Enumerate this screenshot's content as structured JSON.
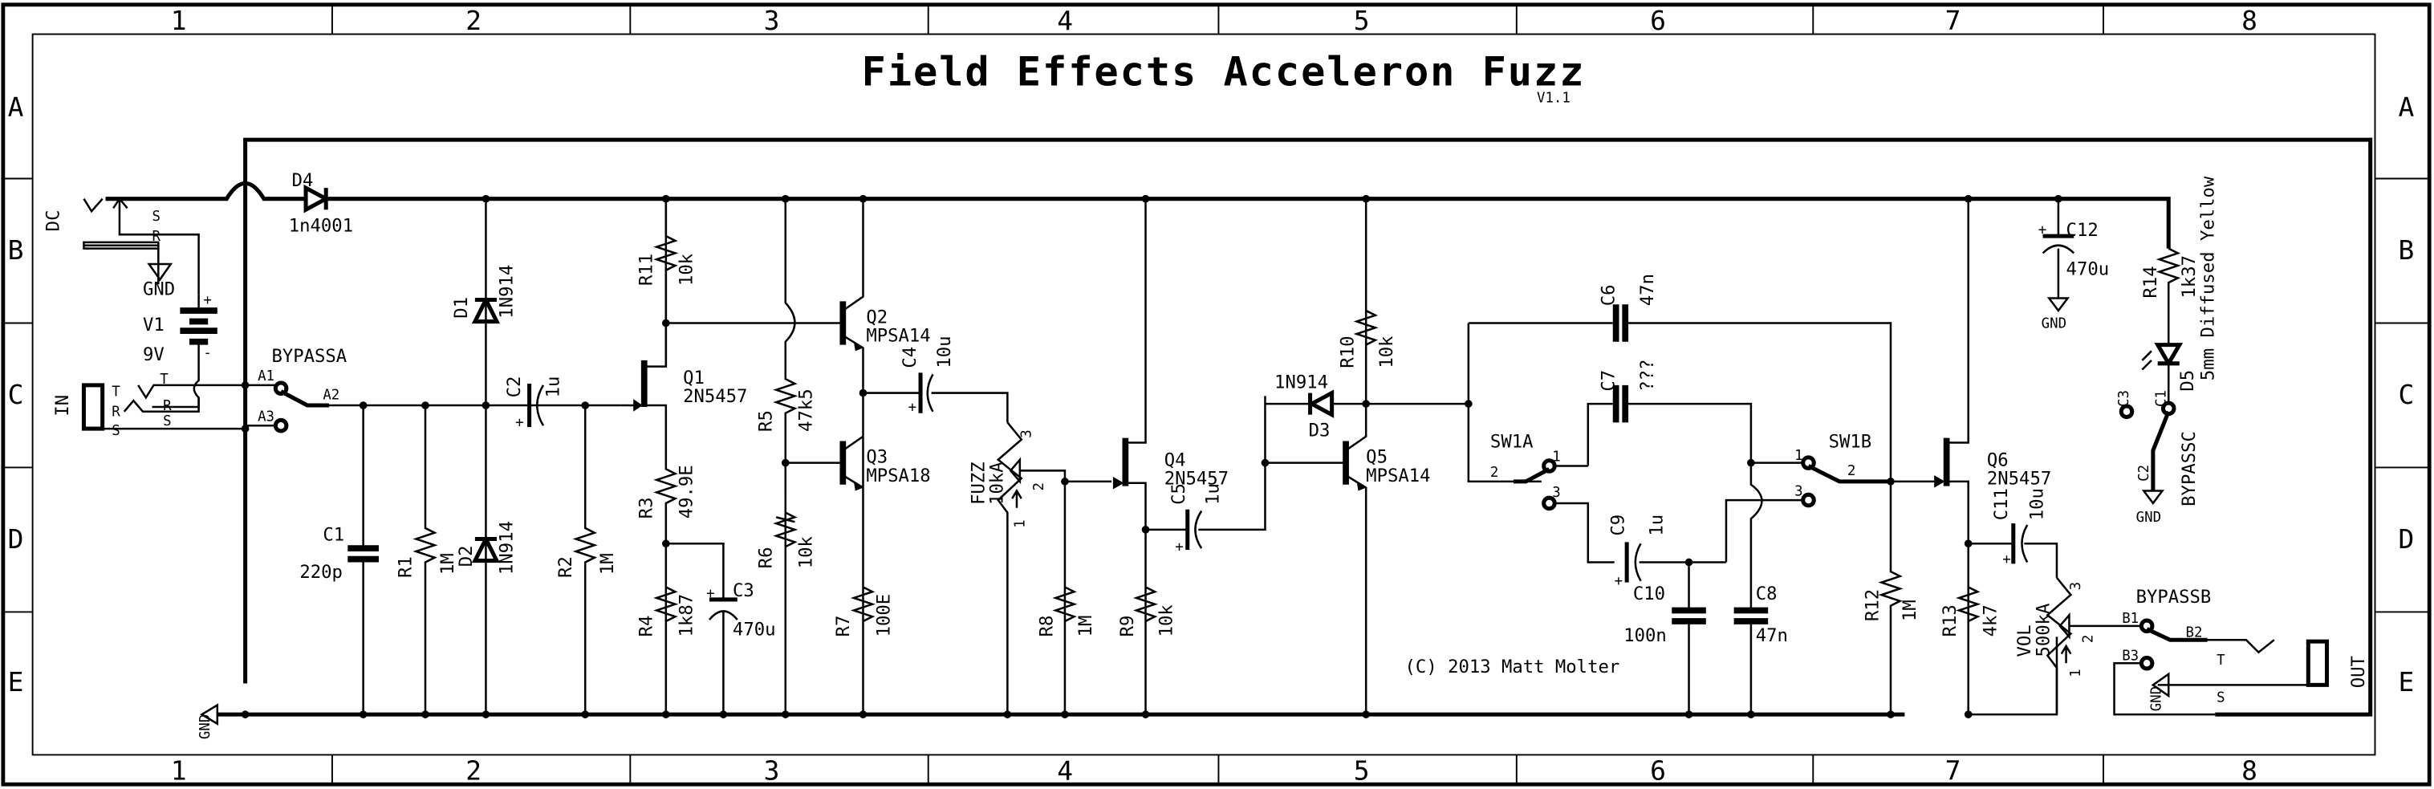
{
  "title": "Field Effects Acceleron Fuzz",
  "version": "V1.1",
  "copyright": "(C) 2013 Matt Molter",
  "grid": {
    "columns": [
      "1",
      "2",
      "3",
      "4",
      "5",
      "6",
      "7",
      "8"
    ],
    "rows": [
      "A",
      "B",
      "C",
      "D",
      "E"
    ]
  },
  "connectors": {
    "dc": {
      "name": "DC",
      "pins": {
        "s": "S",
        "r": "R"
      }
    },
    "in": {
      "name": "IN",
      "pins": {
        "t": "T",
        "r": "R",
        "s": "S"
      }
    },
    "out": {
      "name": "OUT",
      "pins": {
        "t": "T",
        "s": "S"
      }
    }
  },
  "gnd": "GND",
  "power": {
    "name": "V1",
    "value": "9V",
    "plus": "+",
    "minus": "-"
  },
  "components": {
    "D4": {
      "ref": "D4",
      "value": "1n4001"
    },
    "D1": {
      "ref": "D1",
      "value": "1N914"
    },
    "D2": {
      "ref": "D2",
      "value": "1N914"
    },
    "D3": {
      "ref": "D3",
      "value": "1N914"
    },
    "D5": {
      "ref": "D5",
      "value": "5mm Diffused Yellow"
    },
    "C1": {
      "ref": "C1",
      "value": "220p"
    },
    "C2": {
      "ref": "C2",
      "value": "1u"
    },
    "C3": {
      "ref": "C3",
      "value": "470u"
    },
    "C4": {
      "ref": "C4",
      "value": "10u"
    },
    "C5": {
      "ref": "C5",
      "value": "1u"
    },
    "C6": {
      "ref": "C6",
      "value": "47n"
    },
    "C7": {
      "ref": "C7",
      "value": "???"
    },
    "C8": {
      "ref": "C8",
      "value": "47n"
    },
    "C9": {
      "ref": "C9",
      "value": "1u"
    },
    "C10": {
      "ref": "C10",
      "value": "100n"
    },
    "C11": {
      "ref": "C11",
      "value": "10u"
    },
    "C12": {
      "ref": "C12",
      "value": "470u"
    },
    "R1": {
      "ref": "R1",
      "value": "1M"
    },
    "R2": {
      "ref": "R2",
      "value": "1M"
    },
    "R3": {
      "ref": "R3",
      "value": "49.9E"
    },
    "R4": {
      "ref": "R4",
      "value": "1k87"
    },
    "R5": {
      "ref": "R5",
      "value": "47k5"
    },
    "R6": {
      "ref": "R6",
      "value": "10k"
    },
    "R7": {
      "ref": "R7",
      "value": "100E"
    },
    "R8": {
      "ref": "R8",
      "value": "1M"
    },
    "R9": {
      "ref": "R9",
      "value": "10k"
    },
    "R10": {
      "ref": "R10",
      "value": "10k"
    },
    "R11": {
      "ref": "R11",
      "value": "10k"
    },
    "R12": {
      "ref": "R12",
      "value": "1M"
    },
    "R13": {
      "ref": "R13",
      "value": "4k7"
    },
    "R14": {
      "ref": "R14",
      "value": "1k37"
    },
    "Q1": {
      "ref": "Q1",
      "value": "2N5457"
    },
    "Q2": {
      "ref": "Q2",
      "value": "MPSA14"
    },
    "Q3": {
      "ref": "Q3",
      "value": "MPSA18"
    },
    "Q4": {
      "ref": "Q4",
      "value": "2N5457"
    },
    "Q5": {
      "ref": "Q5",
      "value": "MPSA14"
    },
    "Q6": {
      "ref": "Q6",
      "value": "2N5457"
    },
    "FUZZ": {
      "ref": "FUZZ",
      "value": "10kA",
      "pins": [
        "1",
        "2",
        "3"
      ]
    },
    "VOL": {
      "ref": "VOL",
      "value": "500kA",
      "pins": [
        "1",
        "2",
        "3"
      ]
    }
  },
  "switches": {
    "bypassa": {
      "name": "BYPASSA",
      "pins": [
        "A1",
        "A2",
        "A3"
      ]
    },
    "bypassb": {
      "name": "BYPASSB",
      "pins": [
        "B1",
        "B2",
        "B3"
      ]
    },
    "bypassc": {
      "name": "BYPASSC",
      "pins": [
        "C1",
        "C2",
        "C3"
      ]
    },
    "sw1a": {
      "name": "SW1A",
      "pins": [
        "1",
        "2",
        "3"
      ]
    },
    "sw1b": {
      "name": "SW1B",
      "pins": [
        "1",
        "2",
        "3"
      ]
    }
  }
}
